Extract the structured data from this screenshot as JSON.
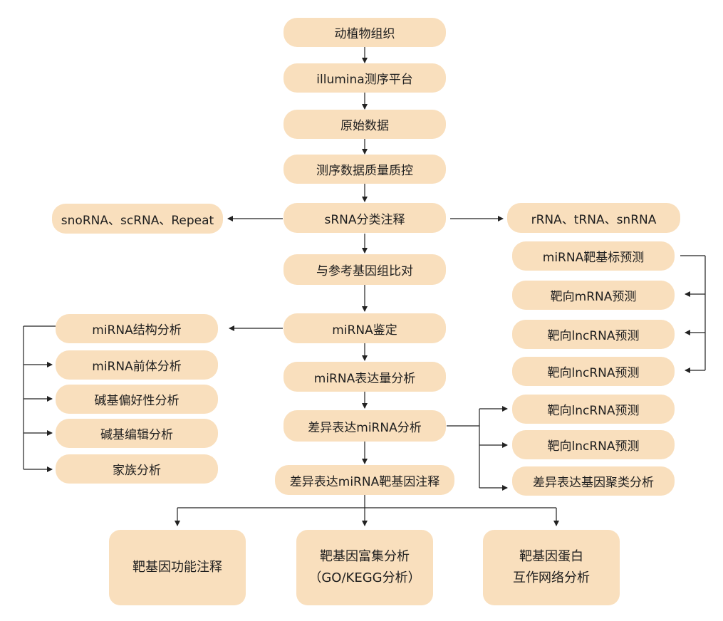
{
  "flowchart": {
    "main_flow": [
      "动植物组织",
      "illumina测序平台",
      "原始数据",
      "测序数据质量质控",
      "sRNA分类注释",
      "与参考基因组比对",
      "miRNA鉴定",
      "miRNA表达量分析",
      "差异表达miRNA分析",
      "差异表达miRNA靶基因注释"
    ],
    "srna_left": "snoRNA、scRNA、Repeat",
    "srna_right": "rRNA、tRNA、snRNA",
    "target_prediction": {
      "header": "miRNA靶基标预测",
      "items": [
        "靶向mRNA预测",
        "靶向lncRNA预测",
        "靶向lncRNA预测"
      ]
    },
    "mirna_branch": [
      "miRNA结构分析",
      "miRNA前体分析",
      "碱基偏好性分析",
      "碱基编辑分析",
      "家族分析"
    ],
    "diff_branch": [
      "靶向lncRNA预测",
      "靶向lncRNA预测",
      "差异表达基因聚类分析"
    ],
    "final_outputs": [
      {
        "line1": "靶基因功能注释",
        "line2": ""
      },
      {
        "line1": "靶基因富集分析",
        "line2": "（GO/KEGG分析）"
      },
      {
        "line1": "靶基因蛋白",
        "line2": "互作网络分析"
      }
    ],
    "colors": {
      "box_fill": "#f9dfbd",
      "line": "#222222"
    }
  }
}
